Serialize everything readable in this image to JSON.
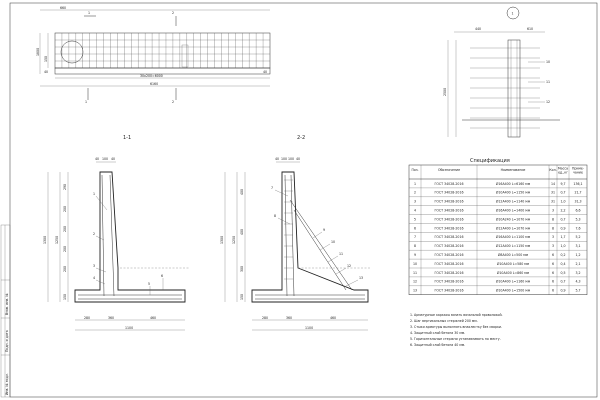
{
  "views": {
    "plan": {
      "dims": [
        "660",
        "30x200=6000",
        "6160",
        "1800",
        "150",
        "40",
        "40"
      ],
      "markers": [
        "1",
        "2",
        "1",
        "2"
      ]
    },
    "section11": {
      "title": "1-1",
      "dims_top": [
        "40",
        "100",
        "40"
      ],
      "dims_left": [
        "1300",
        "1250",
        "290",
        "200",
        "200",
        "200",
        "200",
        "150"
      ],
      "dims_bottom": [
        "280",
        "360",
        "460",
        "1100"
      ],
      "callouts": [
        "1",
        "2",
        "3",
        "4",
        "5",
        "6"
      ]
    },
    "section22": {
      "title": "2-2",
      "dims_top": [
        "40",
        "100",
        "100",
        "40"
      ],
      "dims_left": [
        "1300",
        "1250",
        "400",
        "400",
        "300",
        "150"
      ],
      "dims_bottom": [
        "280",
        "360",
        "460",
        "1100"
      ],
      "callouts": [
        "7",
        "8",
        "9",
        "10",
        "11",
        "12",
        "13"
      ]
    },
    "node": {
      "marker": "1",
      "dims": [
        "440",
        "610",
        "2500"
      ],
      "callouts": [
        "10",
        "11",
        "12"
      ]
    }
  },
  "spec": {
    "title": "Спецификация",
    "headers": [
      "Поз.",
      "Обозначение",
      "Наименование",
      "Кол.",
      "Масса ед.,кг",
      "Приме- чание"
    ],
    "rows": [
      [
        "1",
        "ГОСТ 34028-2016",
        "Ø16А400 L=6160 мм",
        "14",
        "9,7",
        "136,1"
      ],
      [
        "2",
        "ГОСТ 34028-2016",
        "Ø10А400 L=1150 мм",
        "31",
        "0,7",
        "21,7"
      ],
      [
        "3",
        "ГОСТ 34028-2016",
        "Ø12А400 L=1140 мм",
        "31",
        "1,0",
        "31,3"
      ],
      [
        "4",
        "ГОСТ 34028-2016",
        "Ø16А400 L=1400 мм",
        "3",
        "2,2",
        "6,6"
      ],
      [
        "5",
        "ГОСТ 34028-2016",
        "Ø10А240 L=1070 мм",
        "8",
        "0,7",
        "5,3"
      ],
      [
        "6",
        "ГОСТ 34028-2016",
        "Ø12А400 L=1070 мм",
        "8",
        "0,9",
        "7,6"
      ],
      [
        "7",
        "ГОСТ 34028-2016",
        "Ø16А400 L=1100 мм",
        "3",
        "1,7",
        "5,2"
      ],
      [
        "8",
        "ГОСТ 34028-2016",
        "Ø12А400 L=1150 мм",
        "3",
        "1,0",
        "3,1"
      ],
      [
        "9",
        "ГОСТ 34028-2016",
        "Ø8А400 L=500 мм",
        "6",
        "0,2",
        "1,2"
      ],
      [
        "10",
        "ГОСТ 34028-2016",
        "Ø10А400 L=580 мм",
        "6",
        "0,4",
        "2,1"
      ],
      [
        "11",
        "ГОСТ 34028-2016",
        "Ø10А400 L=860 мм",
        "6",
        "0,5",
        "3,2"
      ],
      [
        "12",
        "ГОСТ 34028-2016",
        "Ø10А400 L=1160 мм",
        "6",
        "0,7",
        "4,3"
      ],
      [
        "13",
        "ГОСТ 34028-2016",
        "Ø10А400 L=1500 мм",
        "6",
        "0,9",
        "5,7"
      ]
    ]
  },
  "notes": [
    "1. Арматурные каркасы вязать вязальной проволокой.",
    "2. Шаг вертикальных стержней 200 мм.",
    "3. Стыки арматуры выполнять внахлестку без сварки.",
    "4. Защитный слой бетона 30 мм.",
    "5. Горизонтальные стержни устанавливать по месту.",
    "6. Защитный слой бетона 40 мм."
  ],
  "stamp": [
    "Инв. № подл.",
    "Подп. и дата",
    "Взам. инв. №"
  ]
}
